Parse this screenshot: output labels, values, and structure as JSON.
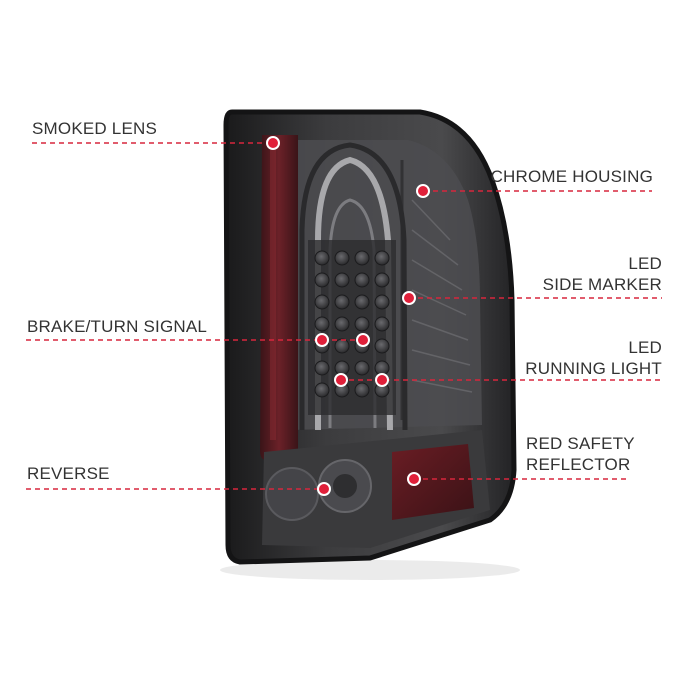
{
  "callouts": {
    "smoked_lens": "SMOKED LENS",
    "chrome_housing": "CHROME HOUSING",
    "led_side_marker": [
      "LED",
      "SIDE MARKER"
    ],
    "brake_turn_signal": "BRAKE/TURN SIGNAL",
    "led_running_light": [
      "LED",
      "RUNNING LIGHT"
    ],
    "reverse": "REVERSE",
    "red_safety_reflector": [
      "RED SAFETY",
      "REFLECTOR"
    ]
  },
  "colors": {
    "leader_line": "#d7263d",
    "dot_fill": "#e0203a",
    "dot_ring": "#ffffff",
    "label_text": "#333333",
    "lens_smoke": "#3a3a3c",
    "red_strip": "#5a1d22"
  }
}
